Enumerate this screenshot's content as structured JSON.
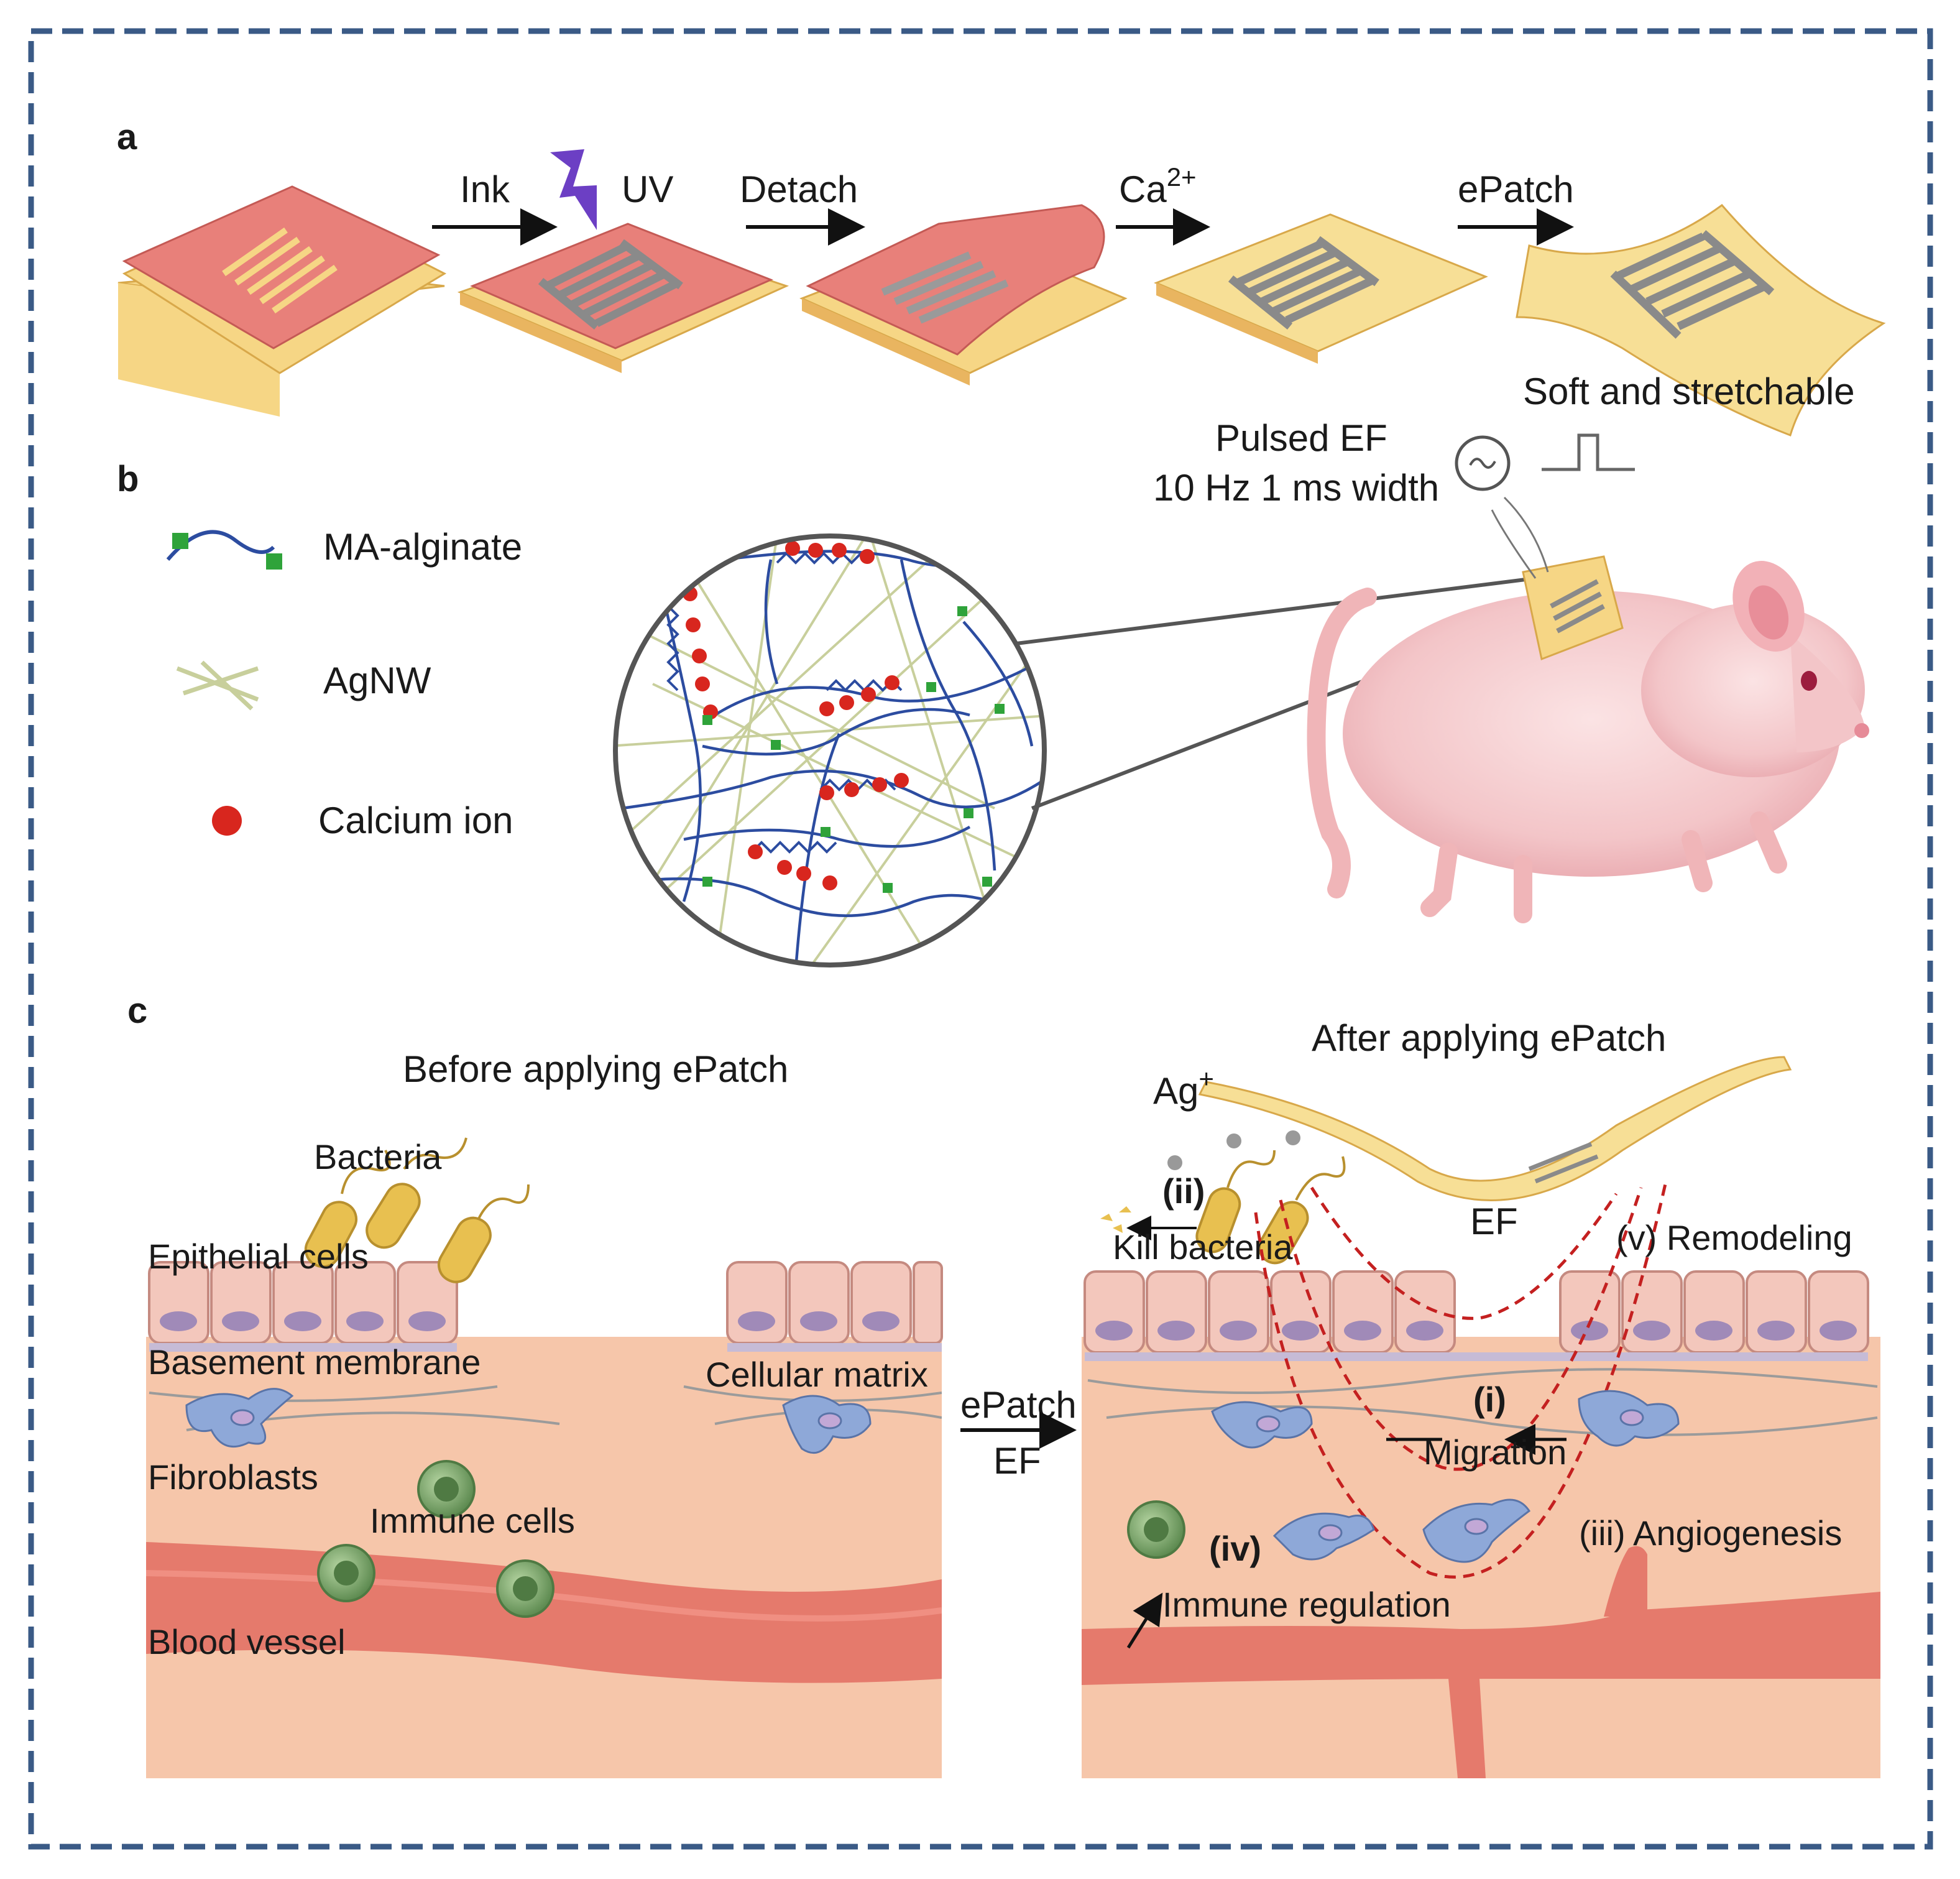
{
  "panel_a": {
    "label": "a",
    "steps": [
      "Ink",
      "UV",
      "Detach",
      "Ca",
      "ePatch"
    ],
    "ca_superscript": "2+",
    "caption": "Soft and stretchable"
  },
  "panel_b": {
    "label": "b",
    "legend": [
      "MA-alginate",
      "AgNW",
      "Calcium ion"
    ],
    "stimulus_line1": "Pulsed EF",
    "stimulus_line2": "10 Hz 1 ms width"
  },
  "panel_c": {
    "label": "c",
    "before_title": "Before applying ePatch",
    "after_title": "After applying ePatch",
    "before_labels": {
      "bacteria": "Bacteria",
      "epithelial": "Epithelial cells",
      "basement": "Basement membrane",
      "matrix": "Cellular matrix",
      "fibroblasts": "Fibroblasts",
      "immune": "Immune cells",
      "vessel": "Blood vessel"
    },
    "transition_top": "ePatch",
    "transition_bottom": "EF",
    "after_labels": {
      "ag": "Ag",
      "ag_sup": "+",
      "ii": "(ii)",
      "kill": "Kill bacteria",
      "ef": "EF",
      "v": "(v) Remodeling",
      "i": "(i)",
      "migration": "Migration",
      "iii": "(iii) Angiogenesis",
      "iv": "(iv)",
      "immune_reg": "Immune regulation"
    }
  },
  "colors": {
    "frame": "#3a5a86",
    "pink_layer": "#e8807a",
    "yellow_layer": "#f6d685",
    "tissue": "#f6c6aa",
    "vessel": "#e57a6c",
    "cell_fill": "#f3c7bc",
    "nucleus": "#a08ab8",
    "immune_cell": "#7aa36c",
    "bacteria": "#e8c050",
    "fibroblast": "#8ea8d8",
    "alginate": "#2c4ca0",
    "agnw": "#c8cf9c",
    "calcium": "#d8261e",
    "crosslink": "#2fa33a",
    "dashed_red": "#c42020"
  }
}
